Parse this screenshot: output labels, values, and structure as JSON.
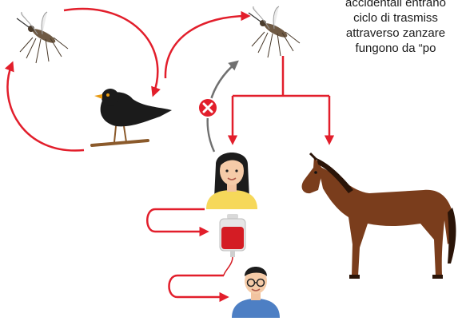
{
  "caption": {
    "lines": [
      "accidentali entrano",
      "ciclo di trasmiss",
      "attraverso zanzare",
      "fungono da “po"
    ]
  },
  "colors": {
    "arrow_red": "#e21e2b",
    "arrow_gray": "#707070",
    "block_badge": "#e21e2b",
    "bird_body": "#1b1b1b",
    "bird_beak": "#e89a12",
    "horse_body": "#7a3d1c",
    "horse_mane": "#2a1408",
    "woman_shirt": "#f6d85a",
    "man_shirt": "#4d7fc4",
    "blood_bag": "#d41c24"
  },
  "icons": {
    "mosquito_left": "mosquito-icon",
    "mosquito_right": "mosquito-icon",
    "bird": "blackbird-icon",
    "horse": "horse-icon",
    "woman": "woman-avatar-icon",
    "man": "man-with-glasses-avatar-icon",
    "blood_bag": "blood-bag-icon",
    "blocked": "blocked-x-icon"
  }
}
